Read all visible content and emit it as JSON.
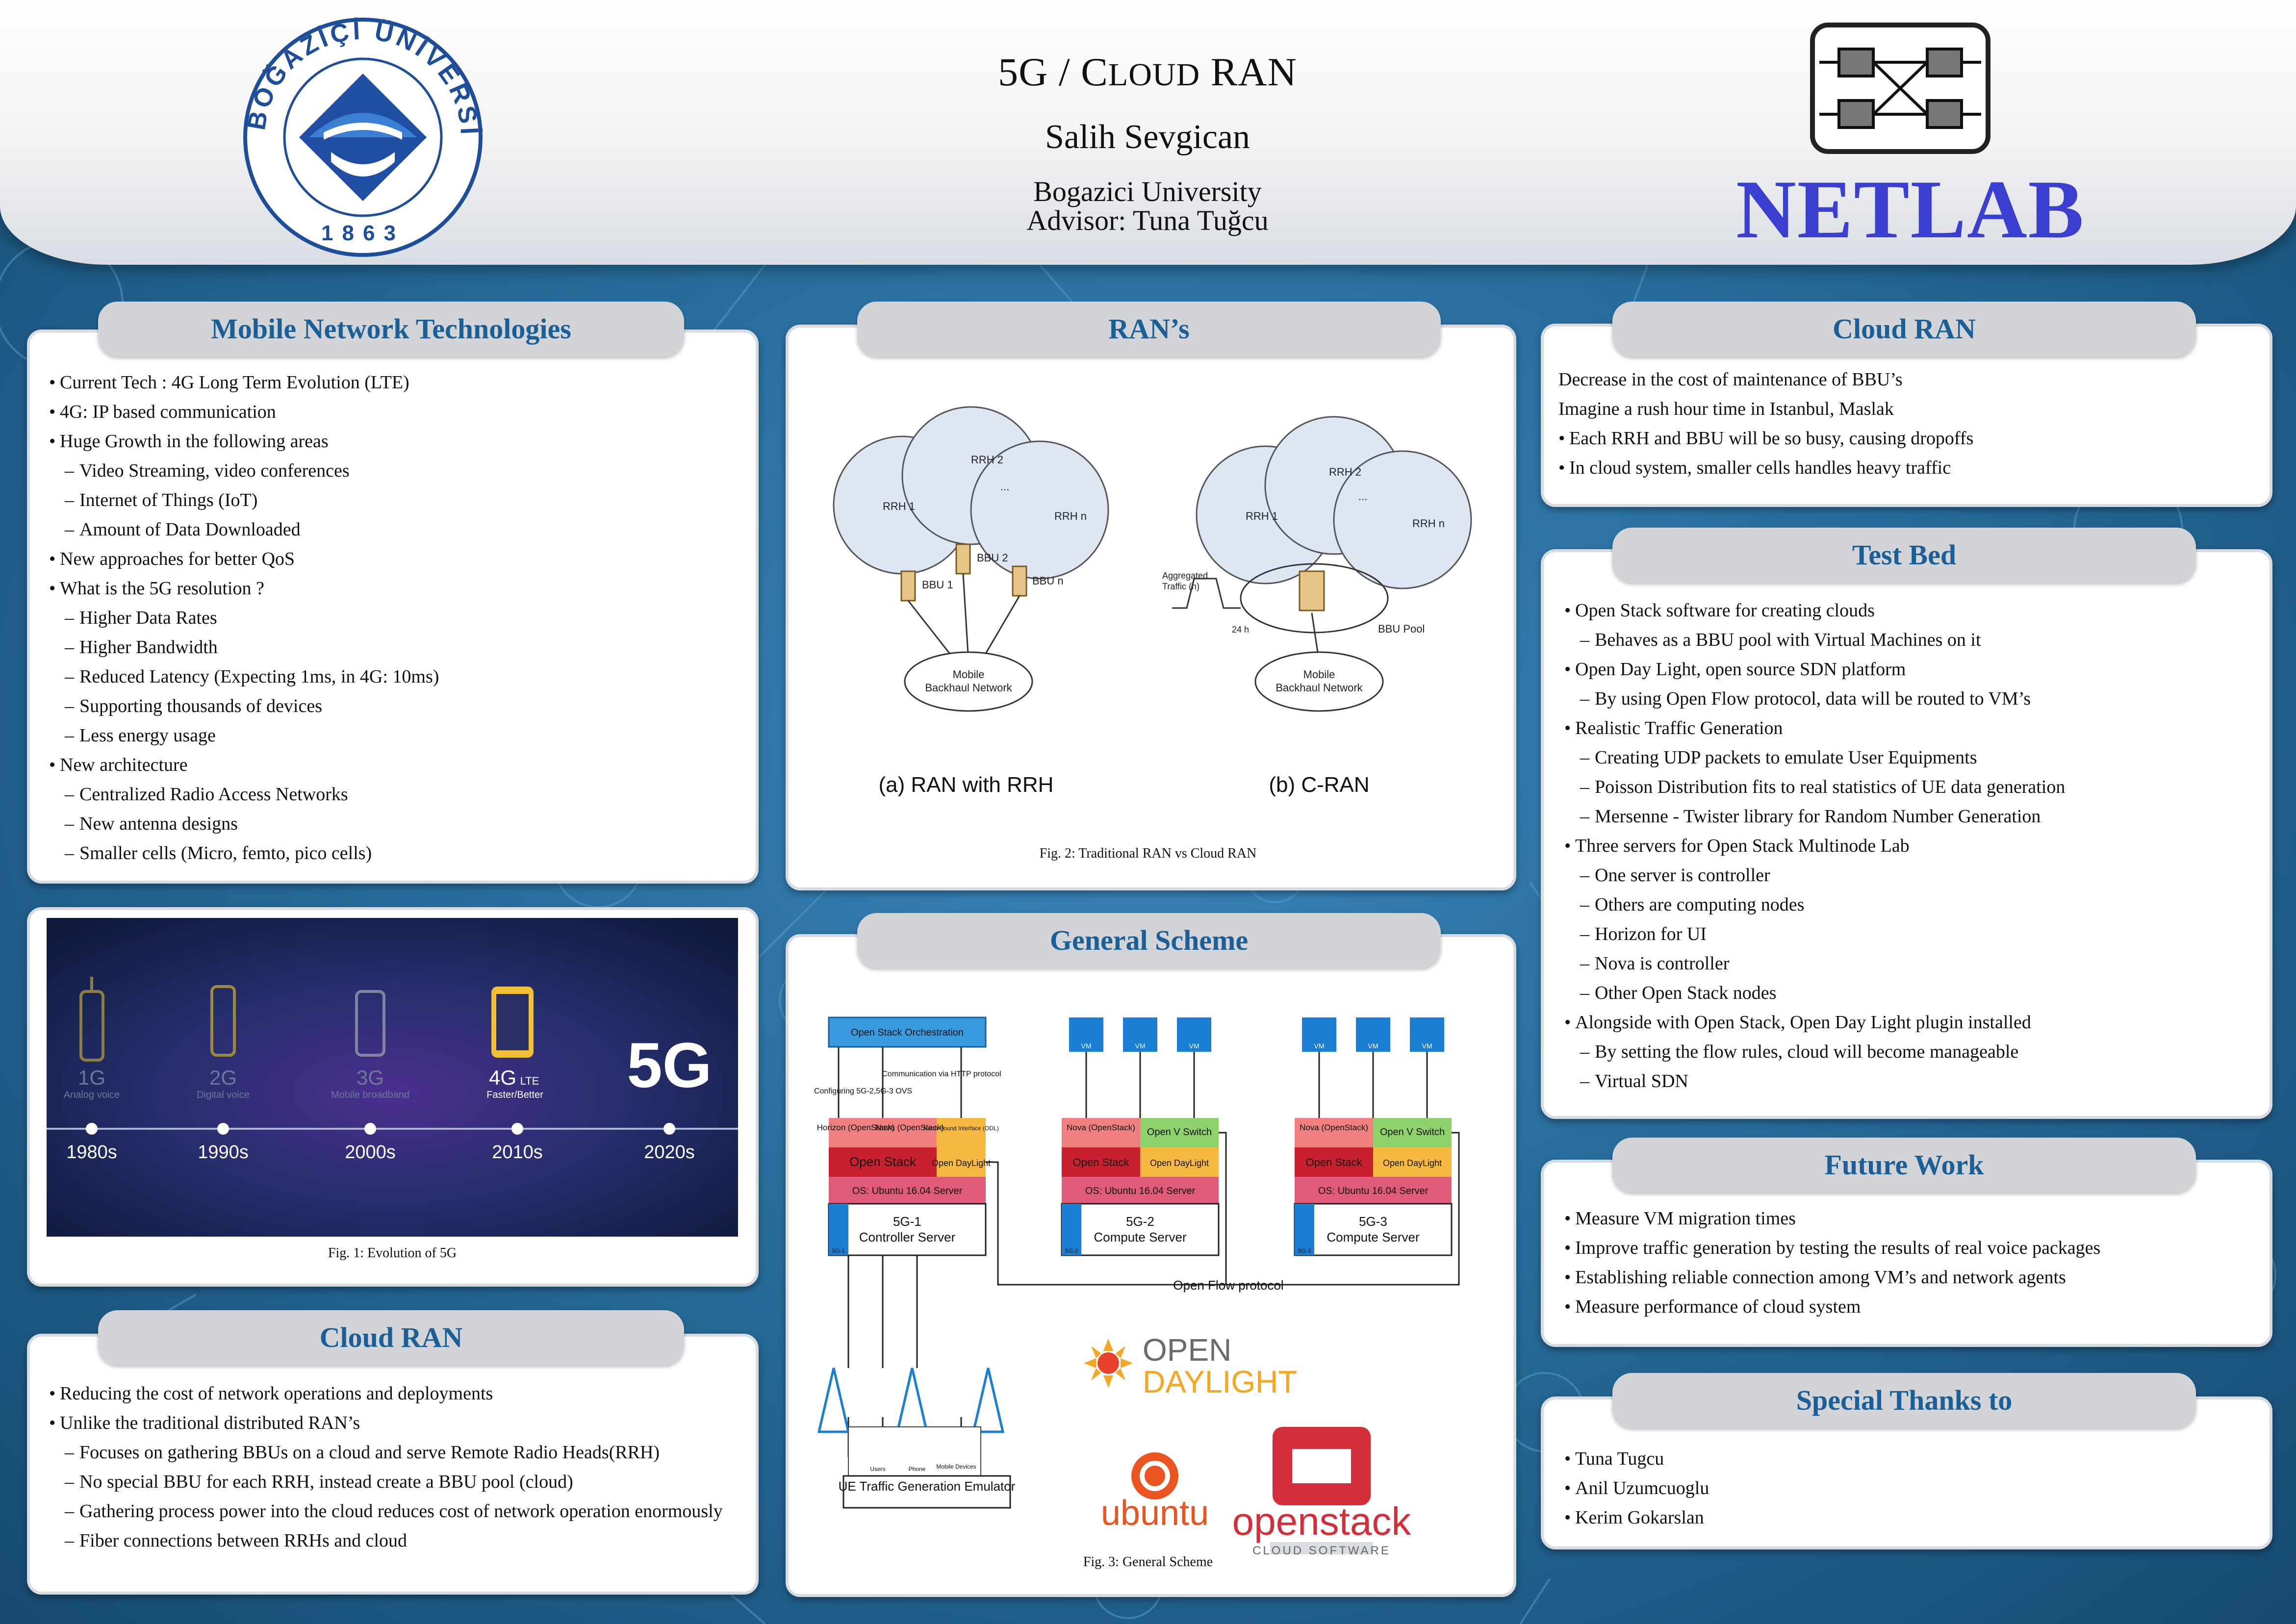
{
  "header": {
    "title_main": "5G / C",
    "title_sc": "LOUD",
    "title_end": " RAN",
    "author": "Salih Sevgican",
    "affiliation": "Bogazici University",
    "advisor": "Advisor: Tuna Tuğcu",
    "netlab": "NETLAB",
    "bu_logo_text": "BOĞAZİÇİ ÜNİVERSİTESİ",
    "bu_logo_year": "1863"
  },
  "mobile_tech": {
    "title": "Mobile Network Technologies",
    "items": [
      {
        "level": 1,
        "text": "Current Tech : 4G Long Term Evolution (LTE)"
      },
      {
        "level": 1,
        "text": "4G: IP based communication"
      },
      {
        "level": 1,
        "text": "Huge Growth in the following areas"
      },
      {
        "level": 2,
        "text": "Video Streaming, video conferences"
      },
      {
        "level": 2,
        "text": "Internet of Things (IoT)"
      },
      {
        "level": 2,
        "text": "Amount of Data Downloaded"
      },
      {
        "level": 1,
        "text": "New approaches for better QoS"
      },
      {
        "level": 1,
        "text": "What is the 5G resolution ?"
      },
      {
        "level": 2,
        "text": "Higher Data Rates"
      },
      {
        "level": 2,
        "text": "Higher Bandwidth"
      },
      {
        "level": 2,
        "text": "Reduced Latency (Expecting 1ms, in 4G: 10ms)"
      },
      {
        "level": 2,
        "text": "Supporting thousands of devices"
      },
      {
        "level": 2,
        "text": "Less energy usage"
      },
      {
        "level": 1,
        "text": "New architecture"
      },
      {
        "level": 2,
        "text": "Centralized Radio Access Networks"
      },
      {
        "level": 2,
        "text": "New antenna designs"
      },
      {
        "level": 2,
        "text": "Smaller cells (Micro, femto, pico cells)"
      }
    ]
  },
  "evolution": {
    "caption": "Fig. 1: Evolution of 5G",
    "big_label": "5G",
    "generations": [
      {
        "gen": "1G",
        "sub": "Analog voice",
        "year": "1980s"
      },
      {
        "gen": "2G",
        "sub": "Digital voice",
        "year": "1990s"
      },
      {
        "gen": "3G",
        "sub": "Mobile broadband",
        "year": "2000s"
      },
      {
        "gen": "4G",
        "lte": "LTE",
        "sub": "Faster/Better",
        "year": "2010s"
      },
      {
        "gen": "",
        "sub": "",
        "year": "2020s"
      }
    ]
  },
  "cloud_ran_left": {
    "title": "Cloud RAN",
    "items": [
      {
        "level": 1,
        "text": "Reducing the cost of network operations and deployments"
      },
      {
        "level": 1,
        "text": "Unlike the traditional distributed RAN’s"
      },
      {
        "level": 2,
        "text": "Focuses on gathering BBUs on a cloud and serve Remote Radio Heads(RRH)"
      },
      {
        "level": 2,
        "text": "No special BBU for each RRH, instead create a BBU pool (cloud)"
      },
      {
        "level": 2,
        "text": "Gathering process power into the cloud reduces cost of network operation enormously"
      },
      {
        "level": 2,
        "text": "Fiber connections between RRHs and cloud"
      }
    ]
  },
  "rans": {
    "title": "RAN’s",
    "caption": "Fig. 2: Traditional RAN vs Cloud RAN",
    "label_a": "(a) RAN with RRH",
    "label_b": "(b) C-RAN",
    "rrh1": "RRH 1",
    "rrh2": "RRH 2",
    "rrhn": "RRH n",
    "dots": "...",
    "bbu1": "BBU 1",
    "bbu2": "BBU 2",
    "bbun": "BBU n",
    "backhaul_1": "Mobile",
    "backhaul_2": "Backhaul Network",
    "bbu_pool": "BBU Pool",
    "aggregated": "Aggregated",
    "traffic": "Traffic (h)",
    "hours": "24 h"
  },
  "general_scheme": {
    "title": "General Scheme",
    "caption": "Fig. 3: General Scheme",
    "orchestration": "Open Stack Orchestration",
    "comm_http": "Communication via HTTP protocol",
    "config_ovs": "Configuring 5G-2,5G-3 OVS",
    "horizon": "Horizon (OpenStack)",
    "nova": "Nova (OpenStack)",
    "northbound": "North Bound Interface (ODL)",
    "openstack": "Open Stack",
    "opendaylight": "Open DayLight",
    "os": "OS: Ubuntu 16.04 Server",
    "ovswitch": "Open V Switch",
    "vm": "VM",
    "node1_name": "5G-1",
    "node1_role": "Controller Server",
    "node1_tag": "5G-1",
    "node2_name": "5G-2",
    "node2_role": "Compute Server",
    "node2_tag": "5G-2",
    "node3_name": "5G-3",
    "node3_role": "Compute Server",
    "node3_tag": "5G-3",
    "openflow": "Open Flow protocol",
    "ue_emulator": "UE Traffic Generation Emulator",
    "ue_users": "Users",
    "ue_phone": "Phone",
    "ue_mobile": "Mobile Devices",
    "logo_opendaylight_1": "OPEN",
    "logo_opendaylight_2": "DAYLIGHT",
    "logo_ubuntu": "ubuntu",
    "logo_openstack": "openstack",
    "logo_openstack_sub": "CLOUD SOFTWARE"
  },
  "cloud_ran_right": {
    "title": "Cloud RAN",
    "items": [
      {
        "level": 0,
        "text": "Decrease in the cost of maintenance of BBU’s"
      },
      {
        "level": 0,
        "text": "Imagine a rush hour time in Istanbul, Maslak"
      },
      {
        "level": 1,
        "text": "Each RRH and BBU will be so busy, causing dropoffs"
      },
      {
        "level": 1,
        "text": "In cloud system, smaller cells handles heavy traffic"
      }
    ]
  },
  "test_bed": {
    "title": "Test Bed",
    "items": [
      {
        "level": 1,
        "text": "Open Stack software for creating clouds"
      },
      {
        "level": 2,
        "text": "Behaves as a BBU pool with Virtual Machines on it"
      },
      {
        "level": 1,
        "text": "Open Day Light, open source SDN platform"
      },
      {
        "level": 2,
        "text": "By using Open Flow protocol, data will be routed to VM’s"
      },
      {
        "level": 1,
        "text": "Realistic Traffic Generation"
      },
      {
        "level": 2,
        "text": "Creating UDP packets to emulate User Equipments"
      },
      {
        "level": 2,
        "text": "Poisson Distribution fits to real statistics of UE data generation"
      },
      {
        "level": 2,
        "text": "Mersenne - Twister library for Random Number Generation"
      },
      {
        "level": 1,
        "text": "Three servers for Open Stack Multinode Lab"
      },
      {
        "level": 2,
        "text": "One server is controller"
      },
      {
        "level": 2,
        "text": "Others are computing nodes"
      },
      {
        "level": 2,
        "text": "Horizon for UI"
      },
      {
        "level": 2,
        "text": "Nova is controller"
      },
      {
        "level": 2,
        "text": "Other Open Stack nodes"
      },
      {
        "level": 1,
        "text": "Alongside with Open Stack, Open Day Light plugin installed"
      },
      {
        "level": 2,
        "text": "By setting the flow rules, cloud will become manageable"
      },
      {
        "level": 2,
        "text": "Virtual SDN"
      }
    ]
  },
  "future_work": {
    "title": "Future Work",
    "items": [
      {
        "level": 1,
        "text": "Measure VM migration times"
      },
      {
        "level": 1,
        "text": "Improve traffic generation by testing the results of real voice packages"
      },
      {
        "level": 1,
        "text": "Establishing reliable connection among VM’s and network agents"
      },
      {
        "level": 1,
        "text": "Measure performance of cloud system"
      }
    ]
  },
  "thanks": {
    "title": "Special Thanks to",
    "items": [
      {
        "level": 1,
        "text": "Tuna Tugcu"
      },
      {
        "level": 1,
        "text": "Anil Uzumcuoglu"
      },
      {
        "level": 1,
        "text": "Kerim Gokarslan"
      }
    ]
  },
  "colors": {
    "accent_title": "#1a5f96",
    "netlab": "#3b3fd0",
    "openstack_red": "#d32f3a",
    "node_red": "#c8202f",
    "node_pink": "#f08080",
    "node_orange": "#f5b942",
    "node_green": "#8fd16a",
    "vm_blue": "#1a7fd4"
  }
}
